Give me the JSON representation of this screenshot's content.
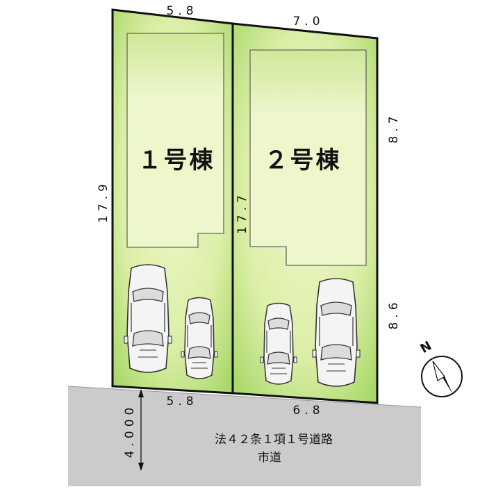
{
  "lots": [
    {
      "label": "１号棟"
    },
    {
      "label": "２号棟"
    }
  ],
  "dimensions": {
    "lot1_top": "5.8",
    "lot2_top": "7.0",
    "lot1_left": "17.9",
    "middle": "17.7",
    "lot2_right_upper": "8.7",
    "lot2_right_lower": "8.6",
    "lot1_bottom": "5.8",
    "lot2_bottom": "6.8",
    "road_width": "4.000"
  },
  "road": {
    "line1": "法４２条１項１号道路",
    "line2": "市道"
  },
  "north": {
    "label": "N"
  },
  "colors": {
    "lot_green": "#c4e58a",
    "lot_light": "#eef6c8",
    "border": "#111111",
    "road_gray": "#cbcbcb"
  }
}
